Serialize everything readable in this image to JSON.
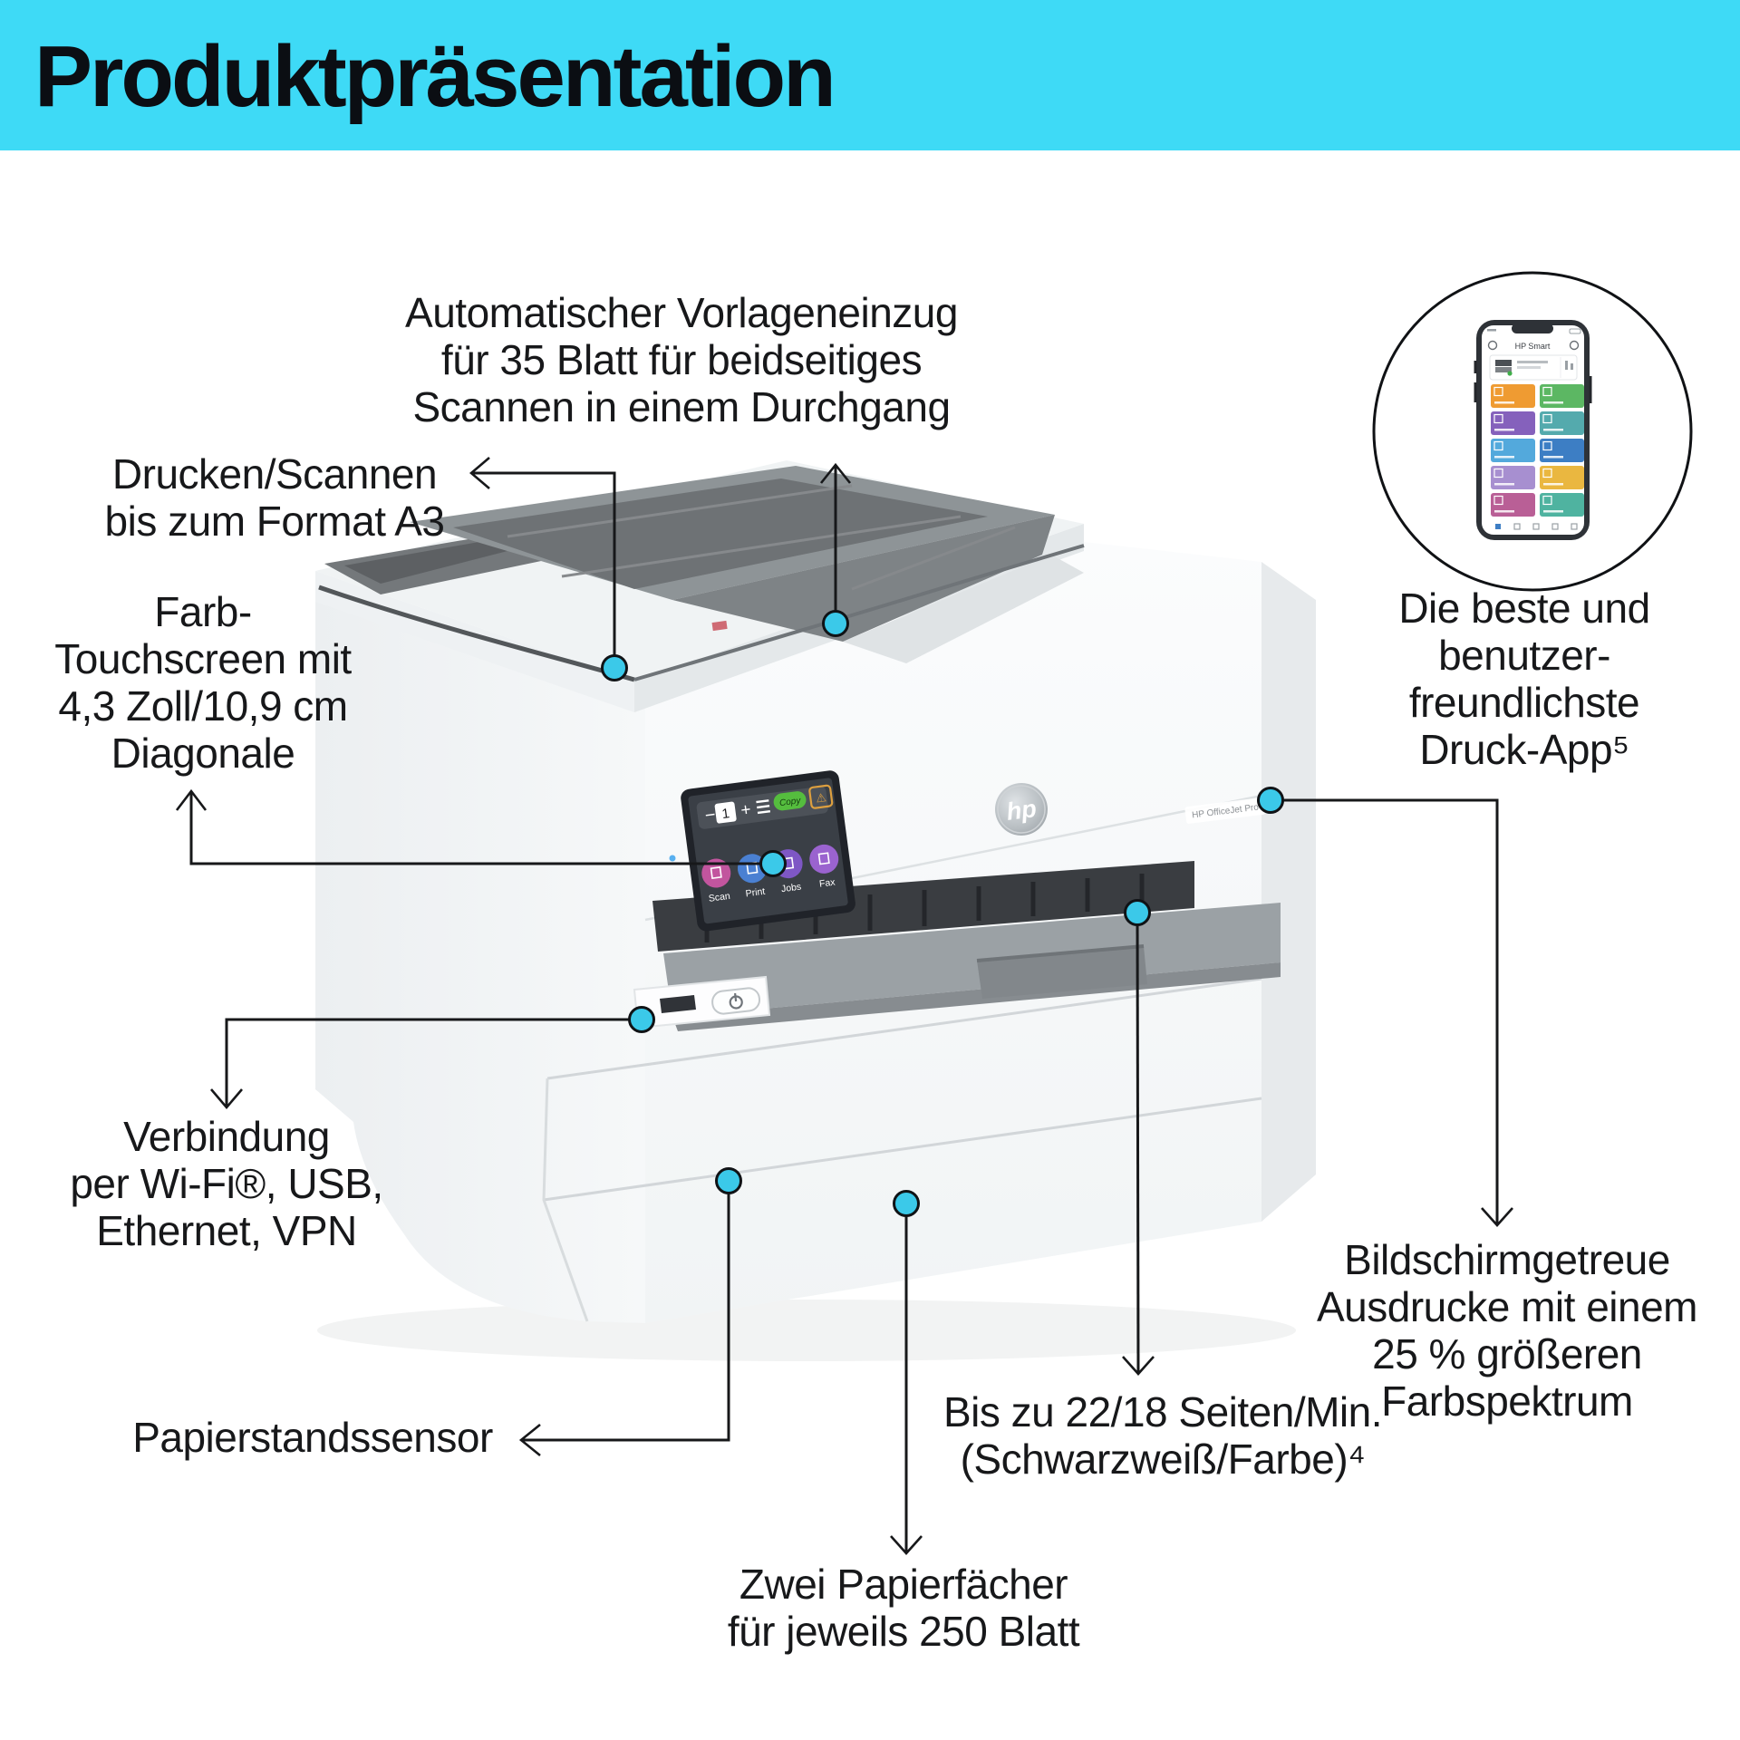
{
  "header": {
    "title": "Produktpräsentation"
  },
  "colors": {
    "banner_cyan": "#3EDAF6",
    "dot_cyan": "#3BC9E9",
    "line_black": "#17181a",
    "copy_green": "#55bd3e",
    "warning_amber": "#dd9f3f"
  },
  "callouts": [
    {
      "id": "adf",
      "lines": [
        "Automatischer Vorlageneinzug",
        "für 35 Blatt für beidseitiges",
        "Scannen in einem Durchgang"
      ]
    },
    {
      "id": "a3",
      "lines": [
        "Drucken/Scannen",
        "bis zum Format A3"
      ]
    },
    {
      "id": "touchscreen",
      "lines": [
        "Farb-",
        "Touchscreen mit",
        "4,3 Zoll/10,9 cm",
        "Diagonale"
      ]
    },
    {
      "id": "connectivity",
      "lines": [
        "Verbindung",
        "per Wi-Fi®, USB,",
        "Ethernet, VPN"
      ]
    },
    {
      "id": "paper-sensor",
      "lines": [
        "Papierstandssensor"
      ]
    },
    {
      "id": "speed",
      "lines": [
        "Bis zu 22/18 Seiten/Min.",
        "(Schwarzweiß/Farbe)⁴"
      ]
    },
    {
      "id": "trays",
      "lines": [
        "Zwei Papierfächer",
        "für jeweils 250 Blatt"
      ]
    },
    {
      "id": "app",
      "lines": [
        "Die beste und",
        "benutzer-",
        "freundlichste",
        "Druck-App⁵"
      ]
    },
    {
      "id": "gamut",
      "lines": [
        "Bildschirmgetreue",
        "Ausdrucke mit einem",
        "25 % größeren",
        "Farbspektrum"
      ]
    }
  ],
  "printer": {
    "logo": "hp",
    "model_label": "HP OfficeJet Pro",
    "screen": {
      "minus": "−",
      "copies": "1",
      "plus": "+",
      "copy_button": "Copy",
      "warning": "⚠",
      "apps": [
        {
          "label": "Scan",
          "color": "#c2559e"
        },
        {
          "label": "Print",
          "color": "#4a80d2"
        },
        {
          "label": "Jobs",
          "color": "#7e57c5"
        },
        {
          "label": "Fax",
          "color": "#9a63cf"
        }
      ]
    }
  },
  "phone": {
    "app_title": "HP Smart",
    "tiles": [
      [
        "#ef9b32",
        "#5cb763"
      ],
      [
        "#8561bc",
        "#54aaad"
      ],
      [
        "#53a9dc",
        "#3d7ec4"
      ],
      [
        "#a78fd0",
        "#eab740"
      ],
      [
        "#b95f96",
        "#4fb3a0"
      ]
    ]
  }
}
